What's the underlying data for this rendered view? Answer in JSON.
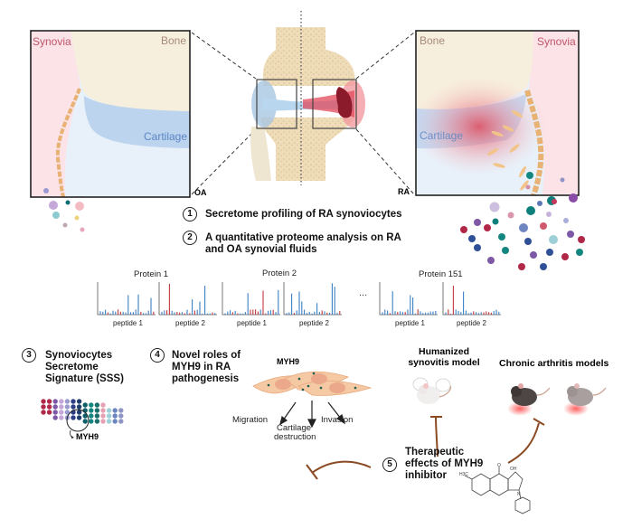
{
  "figure": {
    "type": "graphical-abstract",
    "oa_panel": {
      "corner_label": "OA",
      "labels": {
        "synovia": "Synovia",
        "bone": "Bone",
        "cartilage": "Cartilage"
      }
    },
    "ra_panel": {
      "corner_label": "RA",
      "labels": {
        "synovia": "Synovia",
        "bone": "Bone",
        "cartilage": "Cartilage"
      }
    },
    "steps": [
      {
        "number": "1",
        "text": "Secretome profiling of RA synoviocytes"
      },
      {
        "number": "2",
        "text_line1": "A quantitative proteome analysis on RA",
        "text_line2": "and OA synovial fluids"
      },
      {
        "number": "3",
        "text_line1": "Synoviocytes",
        "text_line2": "Secretome",
        "text_line3": "Signature (SSS)"
      },
      {
        "number": "4",
        "text_line1": "Novel roles of",
        "text_line2": "MYH9 in RA",
        "text_line3": "pathogenesis"
      },
      {
        "number": "5",
        "text_line1": "Therapeutic",
        "text_line2": "effects of MYH9",
        "text_line3": "inhibitor"
      }
    ],
    "proteome": {
      "proteins": [
        {
          "name": "Protein 1",
          "peptides": [
            "peptide 1",
            "peptide 2"
          ]
        },
        {
          "name": "Protein 2",
          "peptides": [
            "peptide 1",
            "peptide 2"
          ]
        },
        {
          "name": "Protein 151",
          "peptides": [
            "peptide 1",
            "peptide 2"
          ]
        }
      ],
      "ellipsis": "...",
      "colors": {
        "ra": "#c0393f",
        "oa": "#3a7fc4",
        "axis": "#555555"
      }
    },
    "sss": {
      "highlight_label": "MYH9"
    },
    "myh9_roles": {
      "cell_label": "MYH9",
      "outcomes": [
        "Migration",
        "Cartilage",
        "destruction",
        "Invasion"
      ]
    },
    "models": {
      "humanized": {
        "line1": "Humanized",
        "line2": "synovitis model"
      },
      "chronic": {
        "label": "Chronic arthritis models"
      }
    },
    "inhibitor": {
      "chem_label_ch3": "H3C",
      "chem_label_oh": "OH",
      "chem_label_n": "N",
      "chem_label_o": "O"
    },
    "colors": {
      "synovia_text": "#c0566a",
      "bone_text": "#a88a78",
      "cartilage_text": "#5b86c6",
      "inhibition_arrow": "#8b4a22",
      "synovia_bg": "#fbe3e7",
      "bone_bg": "#f7efde",
      "cartilage_bg": "#bcd4ee",
      "fluid_bg": "#e8f1fa"
    }
  }
}
